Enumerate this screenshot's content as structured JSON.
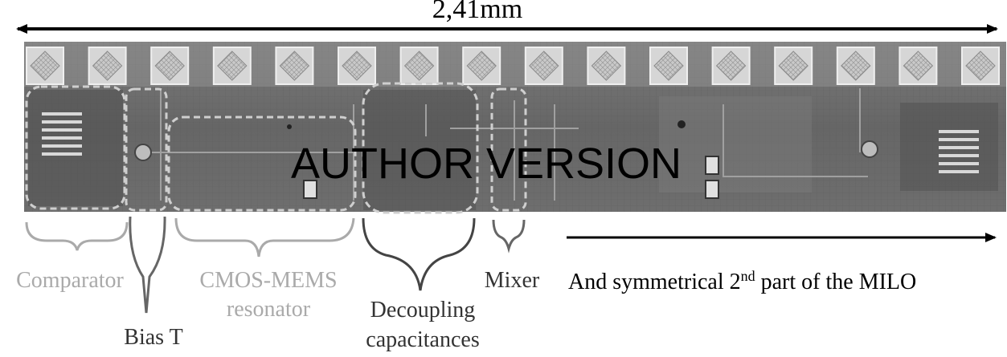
{
  "dimension_label": "2,41mm",
  "watermark": "AUTHOR VERSION",
  "blocks": [
    {
      "id": "comparator",
      "label": "Comparator"
    },
    {
      "id": "bias-t",
      "label": "Bias T"
    },
    {
      "id": "mems",
      "label_line1": "CMOS-MEMS",
      "label_line2": "resonator"
    },
    {
      "id": "decoupling",
      "label_line1": "Decoupling",
      "label_line2": "capacitances"
    },
    {
      "id": "mixer",
      "label": "Mixer"
    }
  ],
  "symmetric_note": {
    "prefix": "And symmetrical 2",
    "superscript": "nd",
    "suffix": " part of the MILO"
  },
  "colors": {
    "light_label": "#aaaaaa",
    "dark_label": "#333333",
    "chip_dark": "#555555",
    "chip_light": "#8a8a8a"
  }
}
